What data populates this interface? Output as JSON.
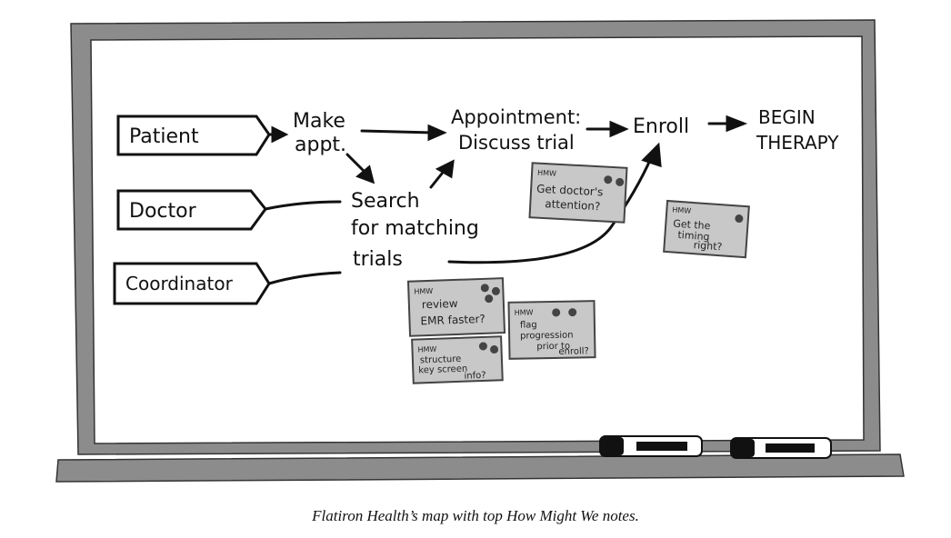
{
  "diagram": {
    "roles": [
      "Patient",
      "Doctor",
      "Coordinator"
    ],
    "steps": {
      "make_appt": [
        "Make",
        "appt."
      ],
      "search": [
        "Search",
        "for matching",
        "trials"
      ],
      "appointment": [
        "Appointment:",
        "Discuss trial"
      ],
      "enroll": "Enroll",
      "begin": [
        "BEGIN",
        "THERAPY"
      ]
    },
    "notes": [
      {
        "hmw": "HMW",
        "lines": [
          "Get doctor's",
          "attention?"
        ],
        "dots": 2
      },
      {
        "hmw": "HMW",
        "lines": [
          "Get the",
          "timing",
          "right?"
        ],
        "dots": 1
      },
      {
        "hmw": "HMW",
        "lines": [
          "review",
          "EMR faster?"
        ],
        "dots": 3
      },
      {
        "hmw": "HMW",
        "lines": [
          "flag",
          "progression",
          "prior to",
          "enroll?"
        ],
        "dots": 2
      },
      {
        "hmw": "HMW",
        "lines": [
          "structure",
          "key screen",
          "info?"
        ],
        "dots": 2
      }
    ]
  },
  "caption": "Flatiron Health’s map with top How Might We notes.",
  "colors": {
    "frame": "#8c8c8c",
    "note": "#c8c8c8",
    "ink": "#111111"
  }
}
